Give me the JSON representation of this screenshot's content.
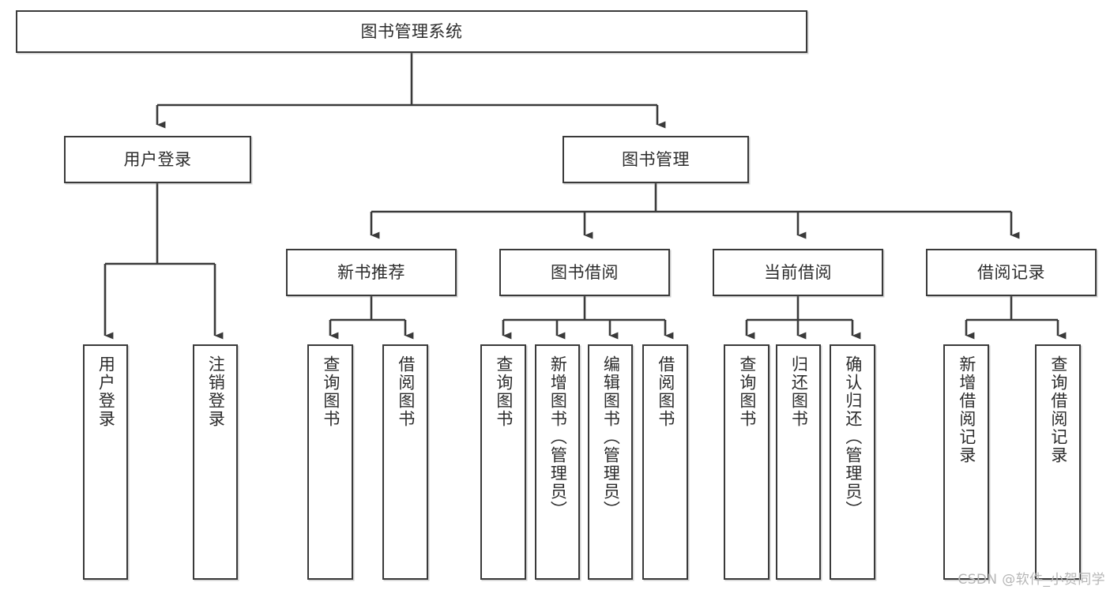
{
  "diagram": {
    "type": "tree",
    "title": "图书管理系统",
    "watermark": "CSDN @软件_小贺同学",
    "colors": {
      "box_border": "#3a3a3a",
      "box_fill": "#ffffff",
      "connector": "#3a3a3a",
      "text": "#2c2c2c",
      "watermark": "#b6b6b6",
      "background": "#ffffff"
    },
    "levels": [
      {
        "level": 1,
        "nodes": [
          "root"
        ]
      },
      {
        "level": 2,
        "nodes": [
          "user-login",
          "book-management"
        ]
      },
      {
        "level": 3,
        "nodes": [
          "new-book-recommend",
          "book-borrow",
          "current-borrow",
          "borrow-record"
        ]
      },
      {
        "level": 4,
        "nodes": [
          "leaf-user-login",
          "leaf-logout",
          "leaf-query-book-1",
          "leaf-borrow-book-1",
          "leaf-query-book-2",
          "leaf-add-book",
          "leaf-edit-book",
          "leaf-borrow-book-2",
          "leaf-query-book-3",
          "leaf-return-book",
          "leaf-confirm-return",
          "leaf-add-borrow-record",
          "leaf-query-borrow-record"
        ]
      }
    ],
    "nodes": {
      "root": {
        "label": "图书管理系统",
        "orientation": "horizontal"
      },
      "user-login": {
        "label": "用户登录",
        "orientation": "horizontal"
      },
      "book-management": {
        "label": "图书管理",
        "orientation": "horizontal"
      },
      "new-book-recommend": {
        "label": "新书推荐",
        "orientation": "horizontal"
      },
      "book-borrow": {
        "label": "图书借阅",
        "orientation": "horizontal"
      },
      "current-borrow": {
        "label": "当前借阅",
        "orientation": "horizontal"
      },
      "borrow-record": {
        "label": "借阅记录",
        "orientation": "horizontal"
      },
      "leaf-user-login": {
        "label": "用户登录",
        "orientation": "vertical"
      },
      "leaf-logout": {
        "label": "注销登录",
        "orientation": "vertical"
      },
      "leaf-query-book-1": {
        "label": "查询图书",
        "orientation": "vertical"
      },
      "leaf-borrow-book-1": {
        "label": "借阅图书",
        "orientation": "vertical"
      },
      "leaf-query-book-2": {
        "label": "查询图书",
        "orientation": "vertical"
      },
      "leaf-add-book": {
        "label": "新增图书（管理员）",
        "orientation": "vertical"
      },
      "leaf-edit-book": {
        "label": "编辑图书（管理员）",
        "orientation": "vertical"
      },
      "leaf-borrow-book-2": {
        "label": "借阅图书",
        "orientation": "vertical"
      },
      "leaf-query-book-3": {
        "label": "查询图书",
        "orientation": "vertical"
      },
      "leaf-return-book": {
        "label": "归还图书",
        "orientation": "vertical"
      },
      "leaf-confirm-return": {
        "label": "确认归还（管理员）",
        "orientation": "vertical"
      },
      "leaf-add-borrow-record": {
        "label": "新增借阅记录",
        "orientation": "vertical"
      },
      "leaf-query-borrow-record": {
        "label": "查询借阅记录",
        "orientation": "vertical"
      }
    },
    "edges": [
      {
        "from": "root",
        "to": "user-login"
      },
      {
        "from": "root",
        "to": "book-management"
      },
      {
        "from": "book-management",
        "to": "new-book-recommend"
      },
      {
        "from": "book-management",
        "to": "book-borrow"
      },
      {
        "from": "book-management",
        "to": "current-borrow"
      },
      {
        "from": "book-management",
        "to": "borrow-record"
      },
      {
        "from": "user-login",
        "to": "leaf-user-login"
      },
      {
        "from": "user-login",
        "to": "leaf-logout"
      },
      {
        "from": "new-book-recommend",
        "to": "leaf-query-book-1"
      },
      {
        "from": "new-book-recommend",
        "to": "leaf-borrow-book-1"
      },
      {
        "from": "book-borrow",
        "to": "leaf-query-book-2"
      },
      {
        "from": "book-borrow",
        "to": "leaf-add-book"
      },
      {
        "from": "book-borrow",
        "to": "leaf-edit-book"
      },
      {
        "from": "book-borrow",
        "to": "leaf-borrow-book-2"
      },
      {
        "from": "current-borrow",
        "to": "leaf-query-book-3"
      },
      {
        "from": "current-borrow",
        "to": "leaf-return-book"
      },
      {
        "from": "current-borrow",
        "to": "leaf-confirm-return"
      },
      {
        "from": "borrow-record",
        "to": "leaf-add-borrow-record"
      },
      {
        "from": "borrow-record",
        "to": "leaf-query-borrow-record"
      }
    ]
  }
}
